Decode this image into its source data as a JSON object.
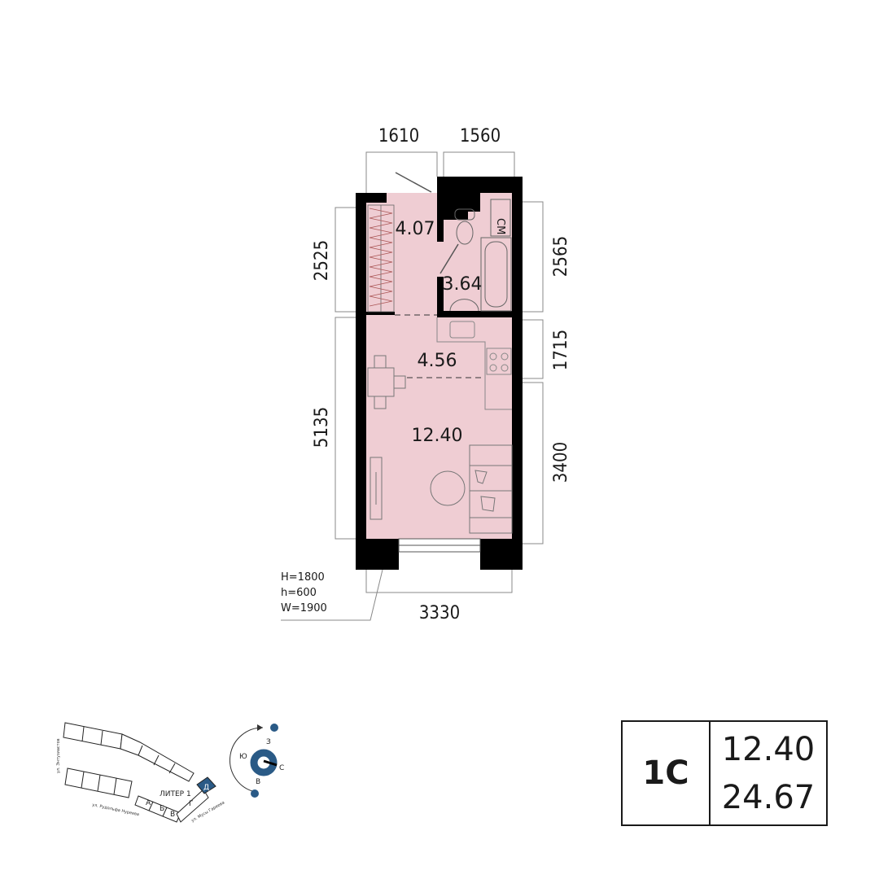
{
  "plan": {
    "dimensions": {
      "top_left": "1610",
      "top_right": "1560",
      "left_top": "2525",
      "left_bottom": "5135",
      "right_1": "2565",
      "right_2": "1715",
      "right_3": "3400",
      "bottom": "3330"
    },
    "rooms": {
      "hall": "4.07",
      "bath": "3.64",
      "kitchen": "4.56",
      "living": "12.40"
    },
    "window_spec": {
      "h1": "H=1800",
      "h2": "h=600",
      "w": "W=1900"
    },
    "washer_label": "СМ",
    "colors": {
      "floor": "#efcdd3",
      "wall": "#000000",
      "accent": "#2a5a86"
    }
  },
  "site": {
    "liter": "ЛИТЕР 1",
    "sections": [
      "А",
      "Б",
      "В",
      "Г",
      "Д"
    ],
    "streets": [
      "ул. Энтузиастов",
      "ул. Рудольфа Нуреева",
      "ул. Мусы Гареева"
    ],
    "compass": {
      "n": "С",
      "s": "Ю",
      "w": "З",
      "e": "В"
    }
  },
  "info": {
    "type": "1С",
    "living_area": "12.40",
    "total_area": "24.67"
  }
}
